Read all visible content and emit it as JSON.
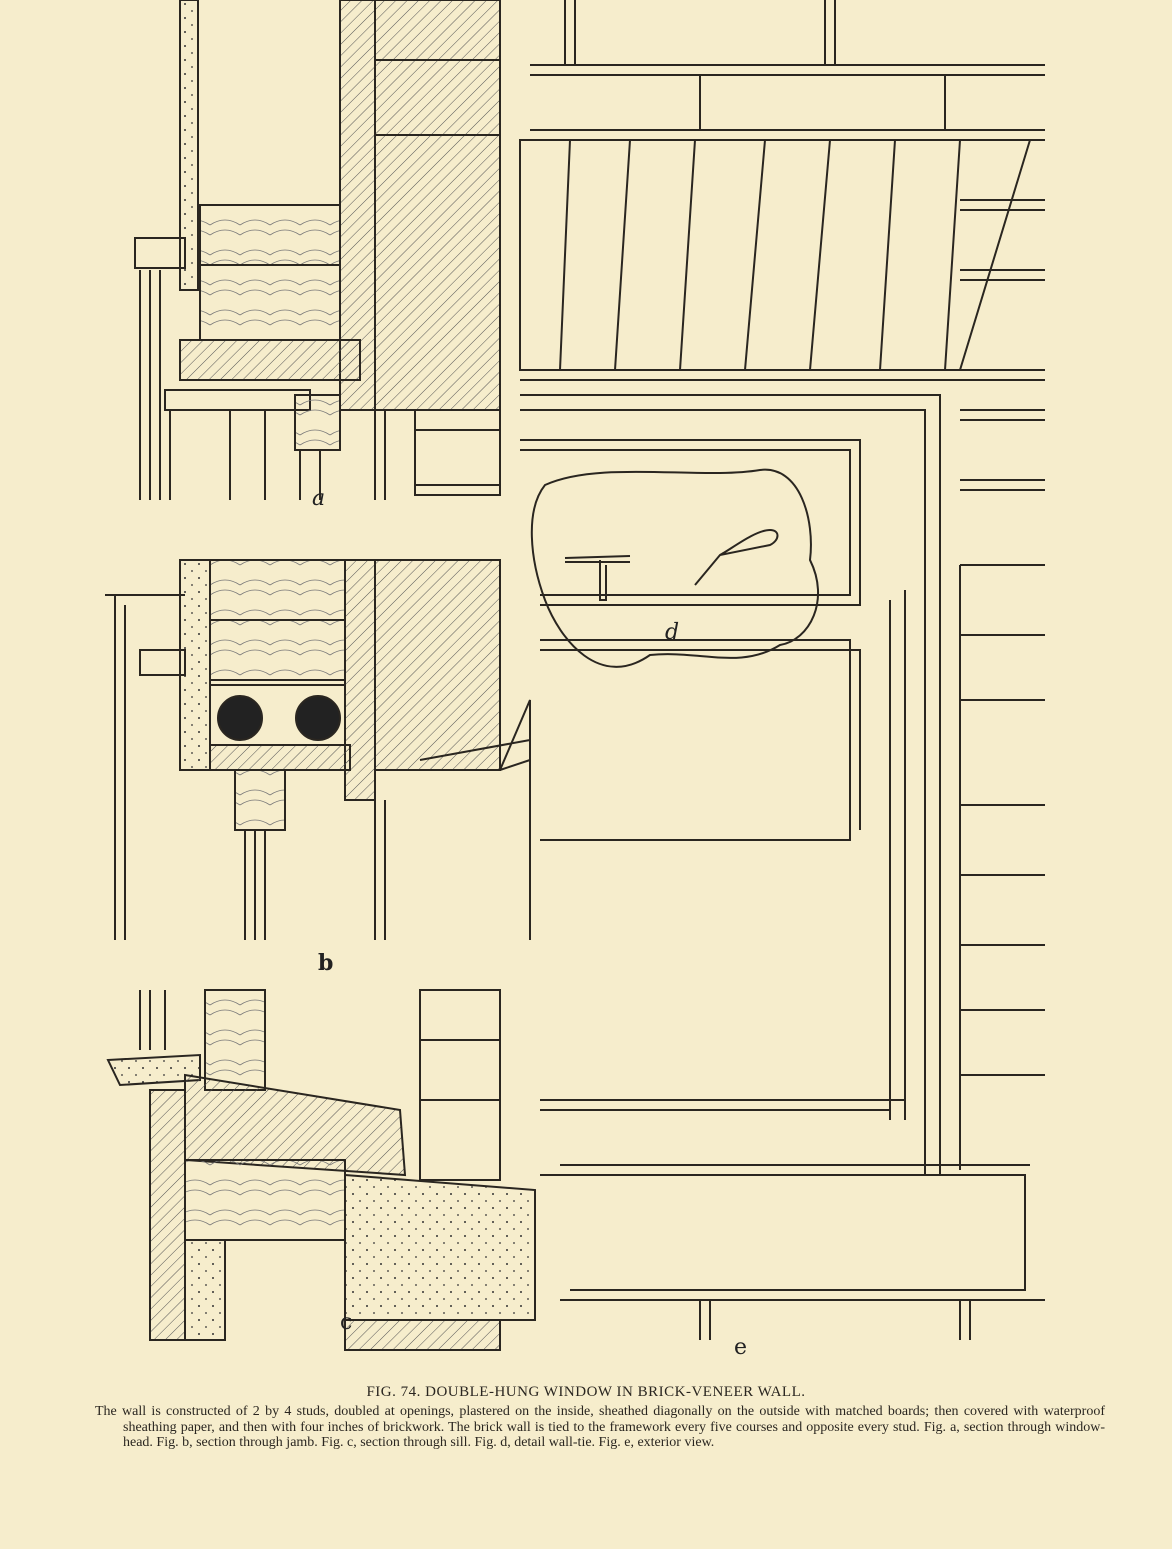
{
  "figure": {
    "labels": {
      "a": "a",
      "b": "b",
      "c": "c",
      "d": "d",
      "e": "e"
    },
    "title": "FIG. 74.  DOUBLE-HUNG WINDOW IN BRICK-VENEER WALL.",
    "description": "The wall is constructed of 2 by 4 studs, doubled at openings, plastered on the inside, sheathed diagonally on the outside with matched boards; then covered with waterproof sheathing paper, and then with four inches of brickwork. The brick wall is tied to the framework every five courses and opposite every stud. Fig. a, section through window-head. Fig. b, section through jamb. Fig. c, section through sill. Fig. d, detail wall-tie. Fig. e, exterior view."
  },
  "colors": {
    "paper": "#f6edcc",
    "ink": "#2a2620"
  }
}
